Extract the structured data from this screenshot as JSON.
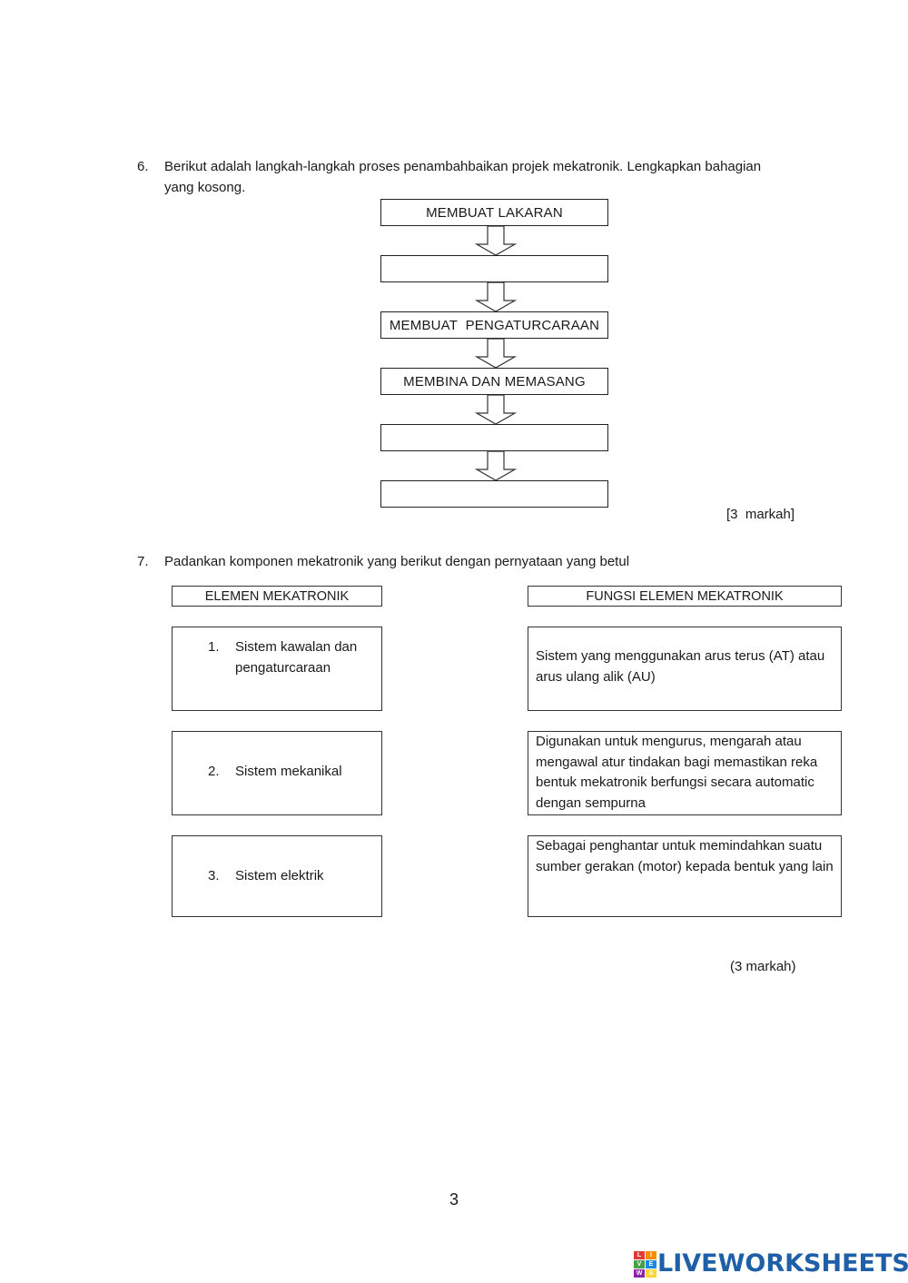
{
  "q6": {
    "number": "6.",
    "text_line1": "Berikut adalah langkah-langkah proses penambahbaikan projek mekatronik. Lengkapkan bahagian",
    "text_line2": "yang kosong.",
    "steps": [
      "MEMBUAT LAKARAN",
      "",
      "MEMBUAT  PENGATURCARAAN",
      "MEMBINA DAN MEMASANG",
      "",
      ""
    ],
    "marks": "[3  markah]"
  },
  "q7": {
    "number": "7.",
    "text": "Padankan komponen mekatronik yang berikut dengan pernyataan yang betul",
    "left_header": "ELEMEN MEKATRONIK",
    "right_header": "FUNGSI ELEMEN MEKATRONIK",
    "elements": [
      {
        "num": "1.",
        "label": "Sistem kawalan dan pengaturcaraan"
      },
      {
        "num": "2.",
        "label": "Sistem mekanikal"
      },
      {
        "num": "3.",
        "label": "Sistem elektrik"
      }
    ],
    "functions": [
      "Sistem yang menggunakan arus terus (AT) atau arus ulang alik (AU)",
      "Digunakan untuk mengurus, mengarah atau mengawal atur tindakan bagi memastikan reka bentuk mekatronik berfungsi secara automatic dengan sempurna",
      "Sebagai penghantar untuk memindahkan suatu sumber gerakan (motor) kepada bentuk yang lain"
    ],
    "marks": "(3 markah)"
  },
  "page_number": "3",
  "brand": {
    "logo_letters": [
      "L",
      "I",
      "V",
      "E",
      "W",
      "S"
    ],
    "logo_colors": [
      "#e53935",
      "#fb8c00",
      "#43a047",
      "#1e88e5",
      "#8e24aa",
      "#fdd835"
    ],
    "name": "LIVEWORKSHEETS",
    "color": "#1f5fa8"
  }
}
